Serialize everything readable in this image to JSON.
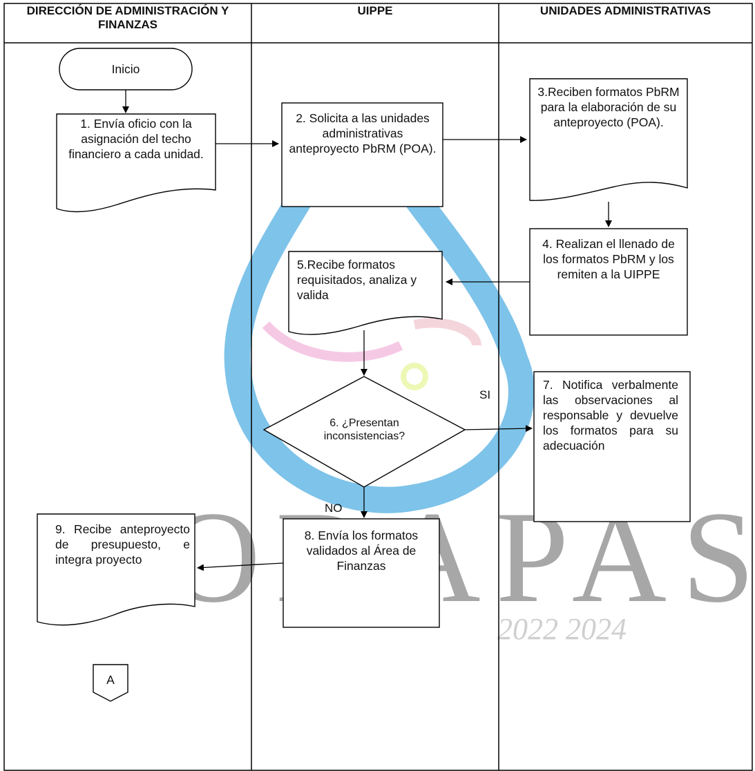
{
  "lanes": {
    "col1": "DIRECCIÓN DE ADMINISTRACIÓN Y FINANZAS",
    "col2": "UIPPE",
    "col3": "UNIDADES ADMINISTRATIVAS"
  },
  "steps": {
    "inicio": "Inicio",
    "s1": "1.  Envía oficio con la asignación del techo financiero a cada unidad.",
    "s2": "2. Solicita a las unidades administrativas anteproyecto PbRM (POA).",
    "s3": "3.Reciben formatos PbRM para la elaboración de su anteproyecto (POA).",
    "s4": "4. Realizan el llenado de los formatos PbRM y los remiten a la UIPPE",
    "s5": "5.Recibe formatos requisitados, analiza y valida",
    "s6": "6. ¿Presentan inconsistencias?",
    "s7": "7. Notifica verbalmente las observaciones al responsable y devuelve los formatos para su adecuación",
    "s8": "8. Envía los formatos validados al Área de Finanzas",
    "s9": "9. Recibe anteproyecto de presupuesto, e integra proyecto",
    "connector": "A"
  },
  "branch_labels": {
    "yes": "SI",
    "no": "NO"
  },
  "watermark": {
    "word": "ODAPASA",
    "years": "2022 2024"
  },
  "colors": {
    "line": "#000000",
    "watermark_blue": "#2e9ad6",
    "watermark_gray": "#8a8a8a"
  }
}
